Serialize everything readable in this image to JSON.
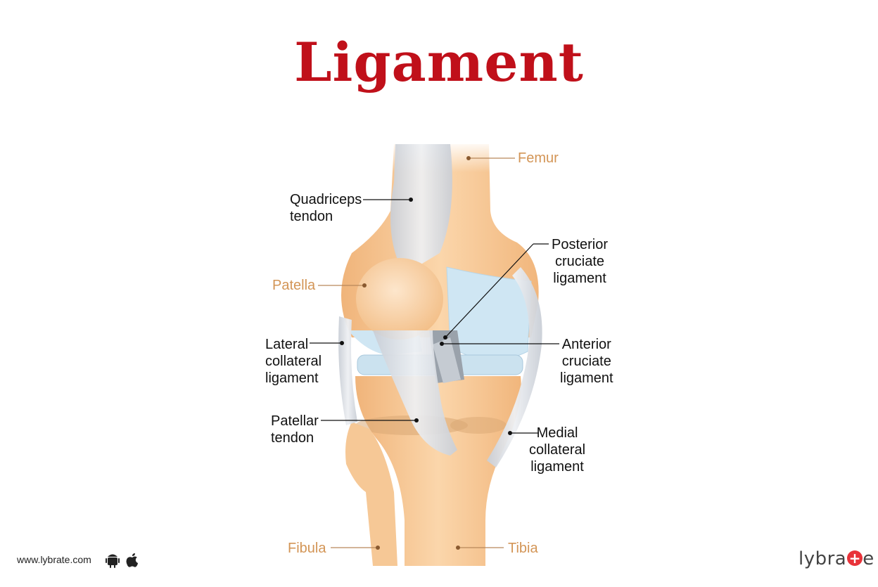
{
  "title": "Ligament",
  "labels": {
    "femur": "Femur",
    "quadriceps_tendon": "Quadriceps\ntendon",
    "posterior_cruciate": "Posterior\ncruciate\nligament",
    "patella": "Patella",
    "lateral_collateral": "Lateral\ncollateral\nligament",
    "anterior_cruciate": "Anterior\ncruciate\nligament",
    "patellar_tendon": "Patellar\ntendon",
    "medial_collateral": "Medial\ncollateral\nligament",
    "fibula": "Fibula",
    "tibia": "Tibia"
  },
  "footer": {
    "url": "www.lybrate.com",
    "icons": [
      "android-icon",
      "apple-icon"
    ],
    "brand_text": "lybra",
    "brand_suffix": "e",
    "brand_mark": "+"
  },
  "colors": {
    "title": "#c0101a",
    "bone": "#f5c48f",
    "bone_label": "#d39556",
    "cartilage": "#cfe6f3",
    "ligament": "#dfe3e8",
    "brand": "#e8333a"
  }
}
